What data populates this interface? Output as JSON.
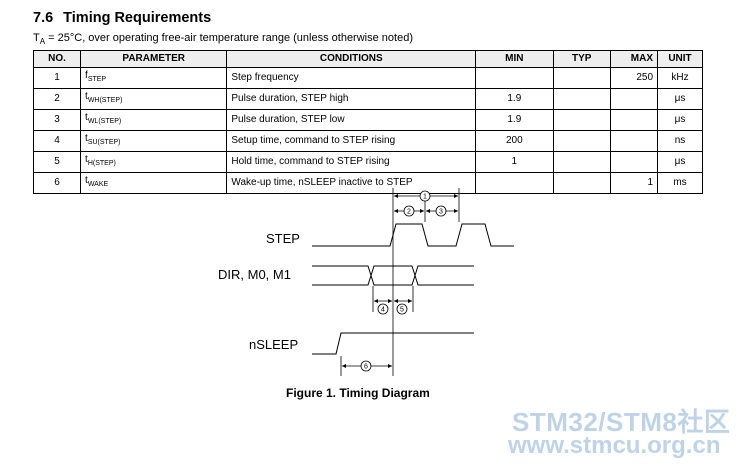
{
  "section": {
    "number": "7.6",
    "title": "Timing Requirements"
  },
  "conditions": {
    "prefix": "T",
    "sub": "A",
    "rest": " = 25°C, over operating free-air temperature range (unless otherwise noted)"
  },
  "table": {
    "headers": [
      "NO.",
      "PARAMETER",
      "CONDITIONS",
      "MIN",
      "TYP",
      "MAX",
      "UNIT"
    ],
    "rows": [
      {
        "no": "1",
        "param": "f",
        "param_sub": "STEP",
        "cond": "Step frequency",
        "min": "",
        "typ": "",
        "max": "250",
        "unit": "kHz"
      },
      {
        "no": "2",
        "param": "t",
        "param_sub": "WH(STEP)",
        "cond": "Pulse duration, STEP high",
        "min": "1.9",
        "typ": "",
        "max": "",
        "unit": "μs"
      },
      {
        "no": "3",
        "param": "t",
        "param_sub": "WL(STEP)",
        "cond": "Pulse duration, STEP low",
        "min": "1.9",
        "typ": "",
        "max": "",
        "unit": "μs"
      },
      {
        "no": "4",
        "param": "t",
        "param_sub": "SU(STEP)",
        "cond": "Setup time, command to STEP rising",
        "min": "200",
        "typ": "",
        "max": "",
        "unit": "ns"
      },
      {
        "no": "5",
        "param": "t",
        "param_sub": "H(STEP)",
        "cond": "Hold time, command to STEP rising",
        "min": "1",
        "typ": "",
        "max": "",
        "unit": "μs"
      },
      {
        "no": "6",
        "param": "t",
        "param_sub": "WAKE",
        "cond": "Wake-up time, nSLEEP inactive to STEP",
        "min": "",
        "typ": "",
        "max": "1",
        "unit": "ms"
      }
    ]
  },
  "diagram": {
    "signals": {
      "step": "STEP",
      "dir": "DIR, M0, M1",
      "nsleep": "nSLEEP"
    },
    "markers": [
      "1",
      "2",
      "3",
      "4",
      "5",
      "6"
    ],
    "caption": "Figure 1.  Timing Diagram"
  },
  "watermark": {
    "line1": "STM32/STM8社区",
    "line2": "www.stmcu.org.cn"
  }
}
